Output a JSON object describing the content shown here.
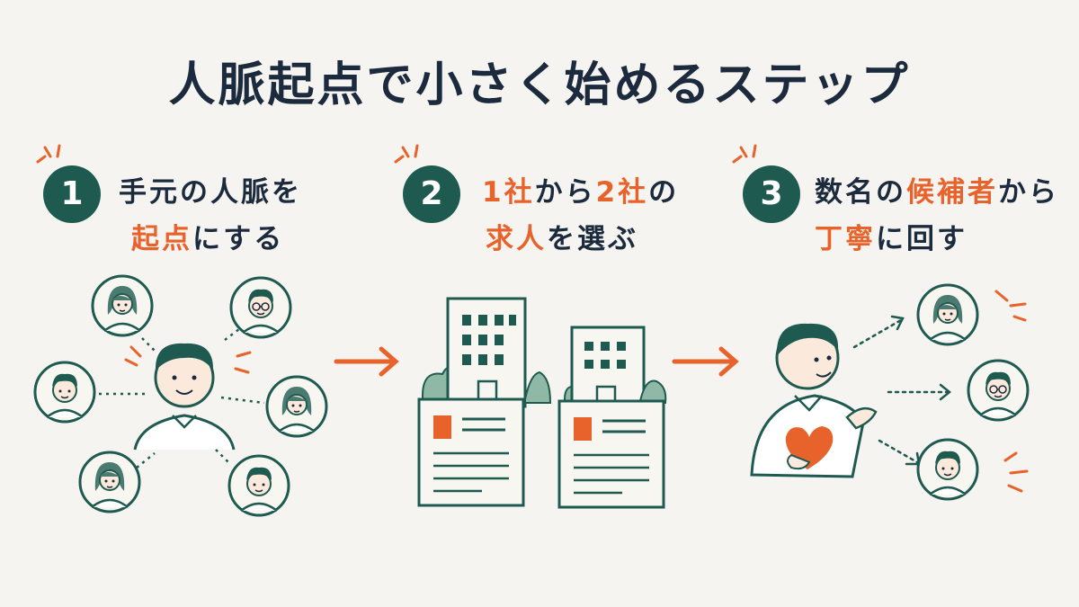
{
  "title": "人脈起点で小さく始めるステップ",
  "steps": [
    {
      "number": "1",
      "line1": "手元の人脈を",
      "line2_highlight": "起点",
      "line2_rest": "にする"
    },
    {
      "number": "2",
      "line1_hl_a": "1社",
      "line1_mid": "から",
      "line1_hl_b": "2社",
      "line1_tail": "の",
      "line2_highlight": "求人",
      "line2_rest": "を選ぶ"
    },
    {
      "number": "3",
      "line1_pre": "数名の",
      "line1_highlight": "候補者",
      "line1_tail": "から",
      "line2_highlight": "丁寧",
      "line2_rest": "に回す"
    }
  ],
  "colors": {
    "accent": "#e8632b",
    "teal": "#1f5a50",
    "ink": "#1c2a3e",
    "background": "#f5f4f0"
  },
  "icons": [
    "person-icon",
    "avatar-icon",
    "arrow-right-icon",
    "building-icon",
    "job-posting-icon",
    "heart-icon",
    "dotted-arrow-icon"
  ]
}
